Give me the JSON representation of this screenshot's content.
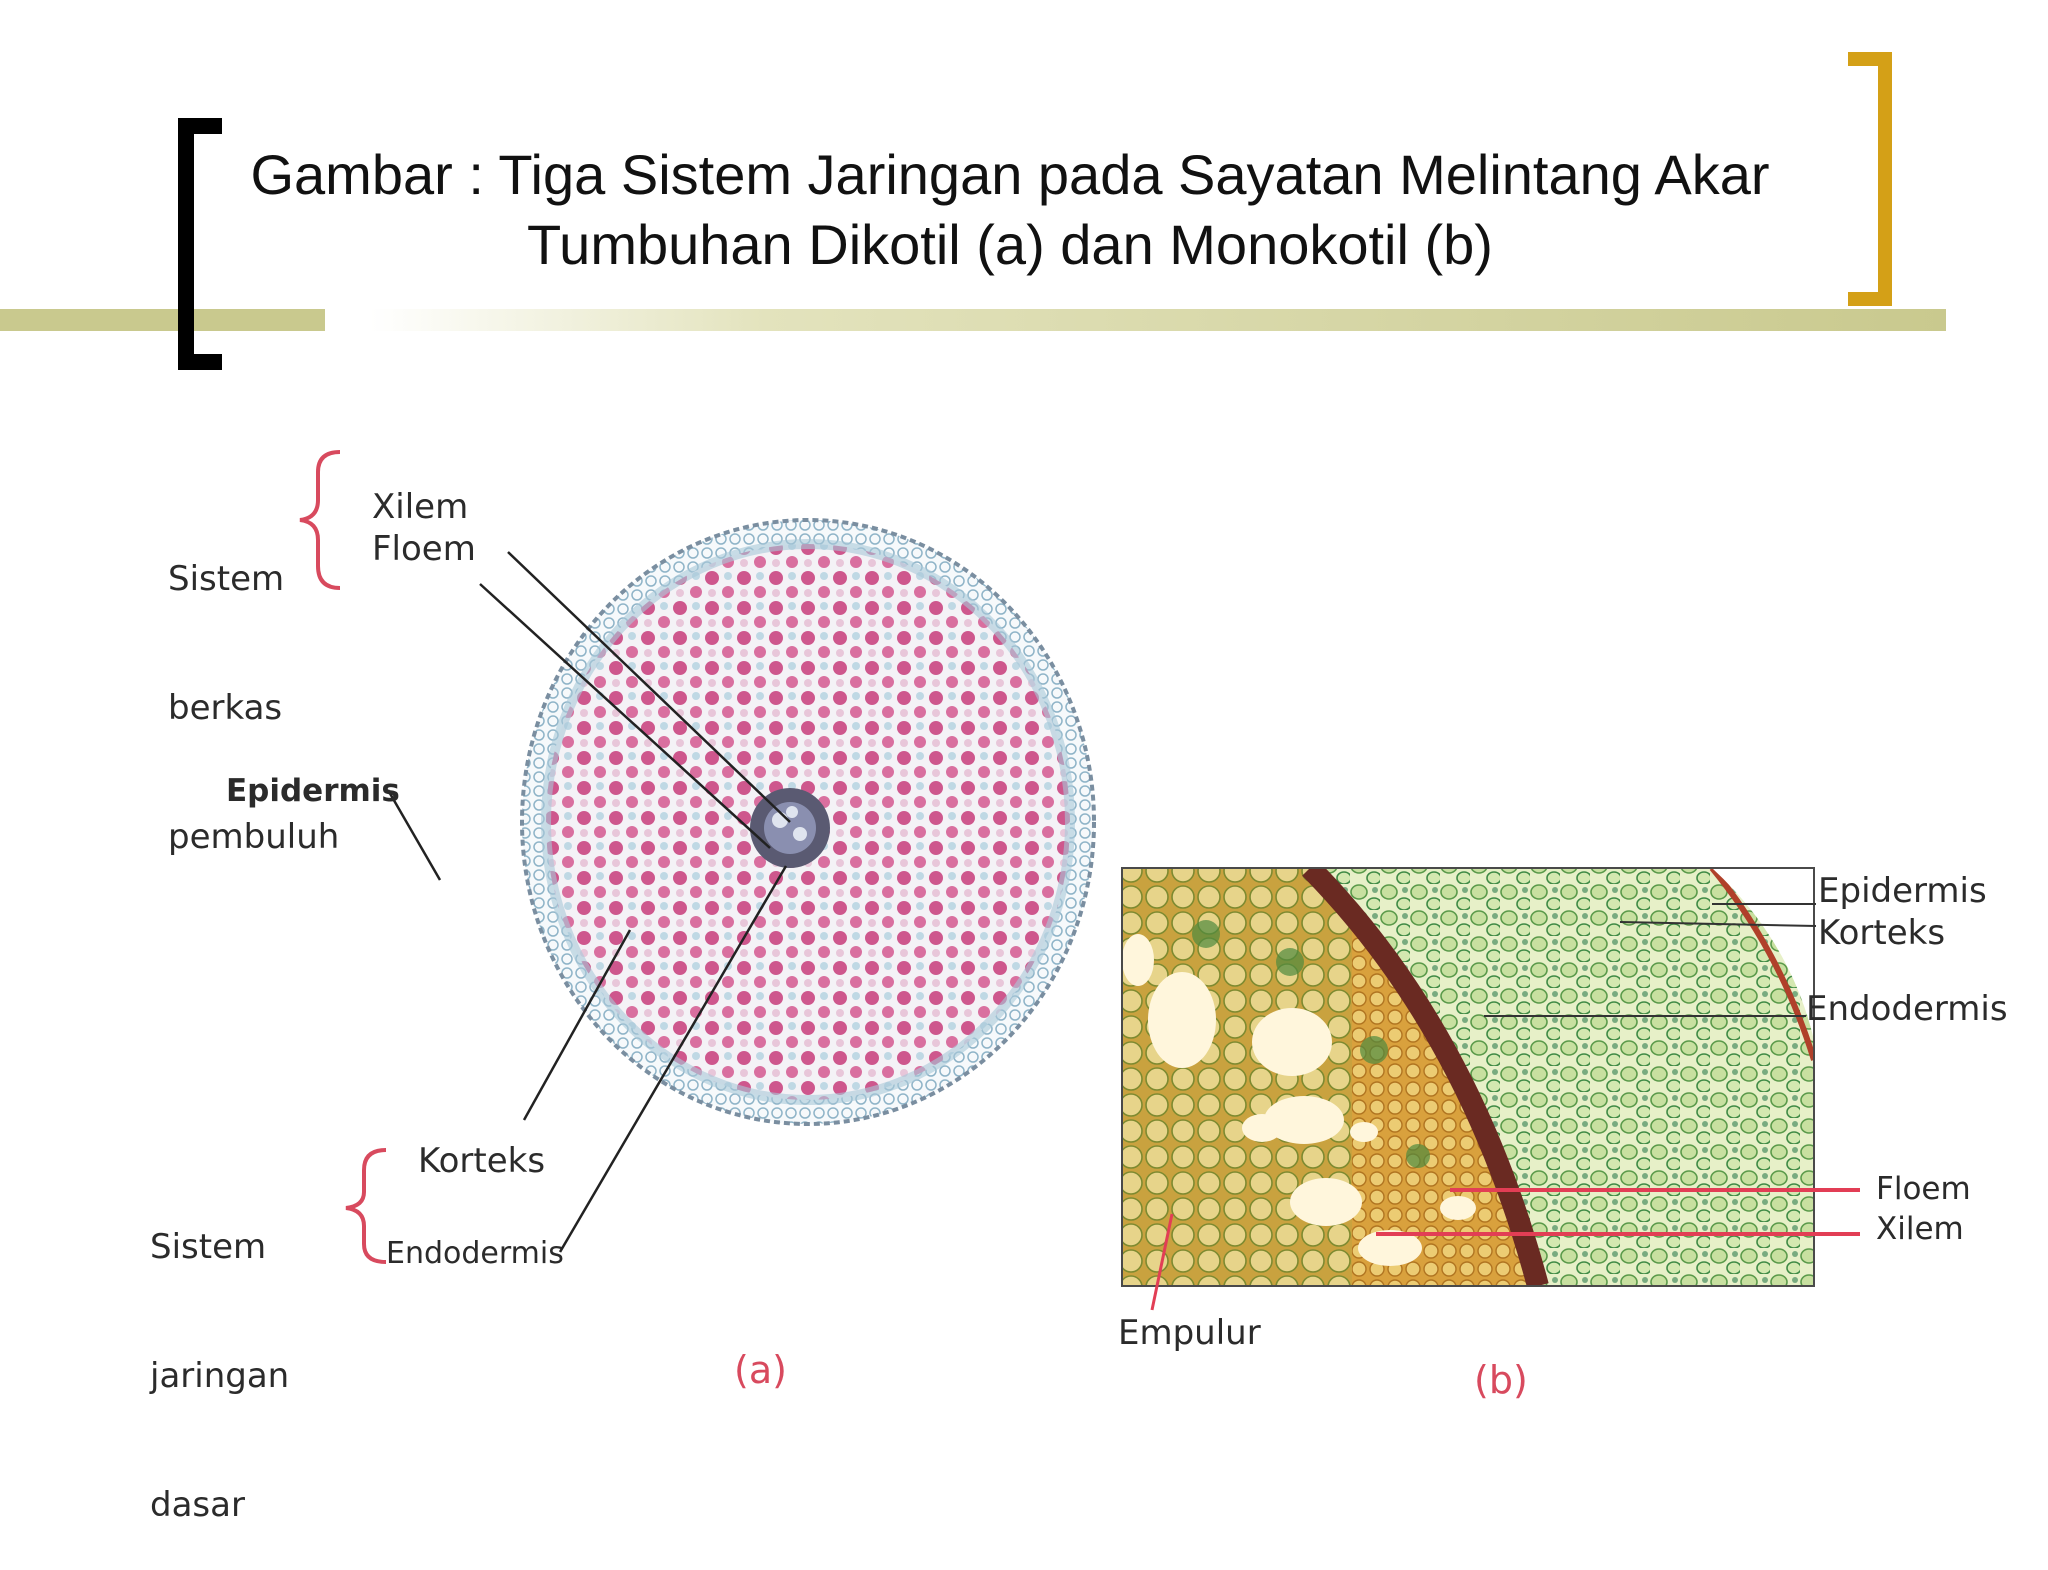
{
  "slide": {
    "title_line1": "Gambar : Tiga Sistem Jaringan pada Sayatan Melintang Akar",
    "title_line2": "Tumbuhan Dikotil (a) dan Monokotil (b)"
  },
  "figure_a": {
    "caption": "(a)",
    "system_vascular": [
      "Sistem",
      "berkas",
      "pembuluh"
    ],
    "xilem": "Xilem",
    "floem": "Floem",
    "epidermis": "Epidermis",
    "system_ground": [
      "Sistem",
      "jaringan",
      "dasar"
    ],
    "korteks": "Korteks",
    "endodermis": "Endodermis"
  },
  "figure_b": {
    "caption": "(b)",
    "epidermis": "Epidermis",
    "korteks": "Korteks",
    "endodermis": "Endodermis",
    "floem": "Floem",
    "xilem": "Xilem",
    "empulur": "Empulur"
  },
  "colors": {
    "accent_olive": "#c9c98e",
    "bracket_left": "#000000",
    "bracket_right": "#d4a017",
    "label_red": "#d84a5e"
  }
}
